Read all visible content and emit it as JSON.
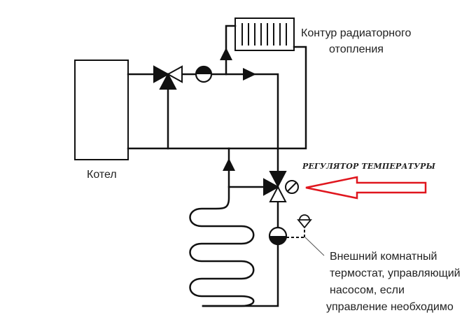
{
  "labels": {
    "boiler": "Котел",
    "radiator_line1": "Контур радиаторного",
    "radiator_line2": "отопления",
    "regulator": "РЕГУЛЯТОР ТЕМПЕРАТУРЫ",
    "thermostat_line1": "Внешний комнатный",
    "thermostat_line2": "термостат, управляющий",
    "thermostat_line3": "насосом, если",
    "thermostat_line4": "управление необходимо"
  },
  "colors": {
    "line": "#111111",
    "arrow_outline": "#e0161e",
    "text": "#222222"
  },
  "icons": {
    "boiler": "boiler-icon",
    "radiator": "radiator-icon",
    "valve": "three-way-valve-icon",
    "pump": "pump-icon",
    "thermostat": "thermostat-icon",
    "pointer": "red-arrow-icon"
  }
}
